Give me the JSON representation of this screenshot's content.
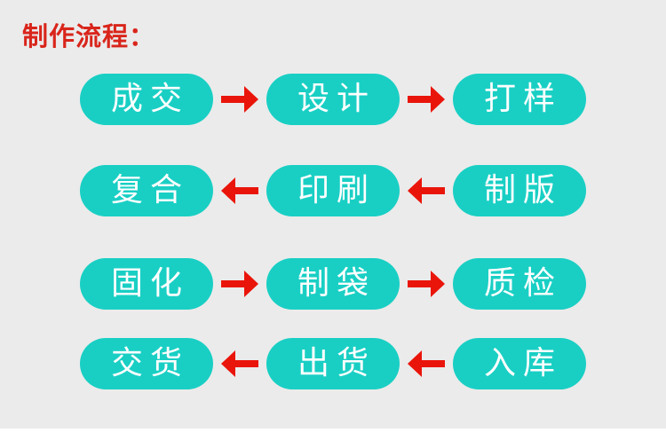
{
  "page": {
    "title": "制作流程："
  },
  "flow": {
    "rows": [
      {
        "direction": "right",
        "steps": [
          "成交",
          "设计",
          "打样"
        ]
      },
      {
        "direction": "left",
        "steps": [
          "复合",
          "印刷",
          "制版"
        ]
      },
      {
        "direction": "right",
        "steps": [
          "固化",
          "制袋",
          "质检"
        ]
      },
      {
        "direction": "left",
        "steps": [
          "交货",
          "出货",
          "入库"
        ]
      }
    ]
  },
  "colors": {
    "background": "#ebebeb",
    "canvas": "#ffffff",
    "pill": "#19cfc4",
    "pill_text": "#ffffff",
    "title": "#d9251b",
    "arrow": "#ea150a"
  }
}
